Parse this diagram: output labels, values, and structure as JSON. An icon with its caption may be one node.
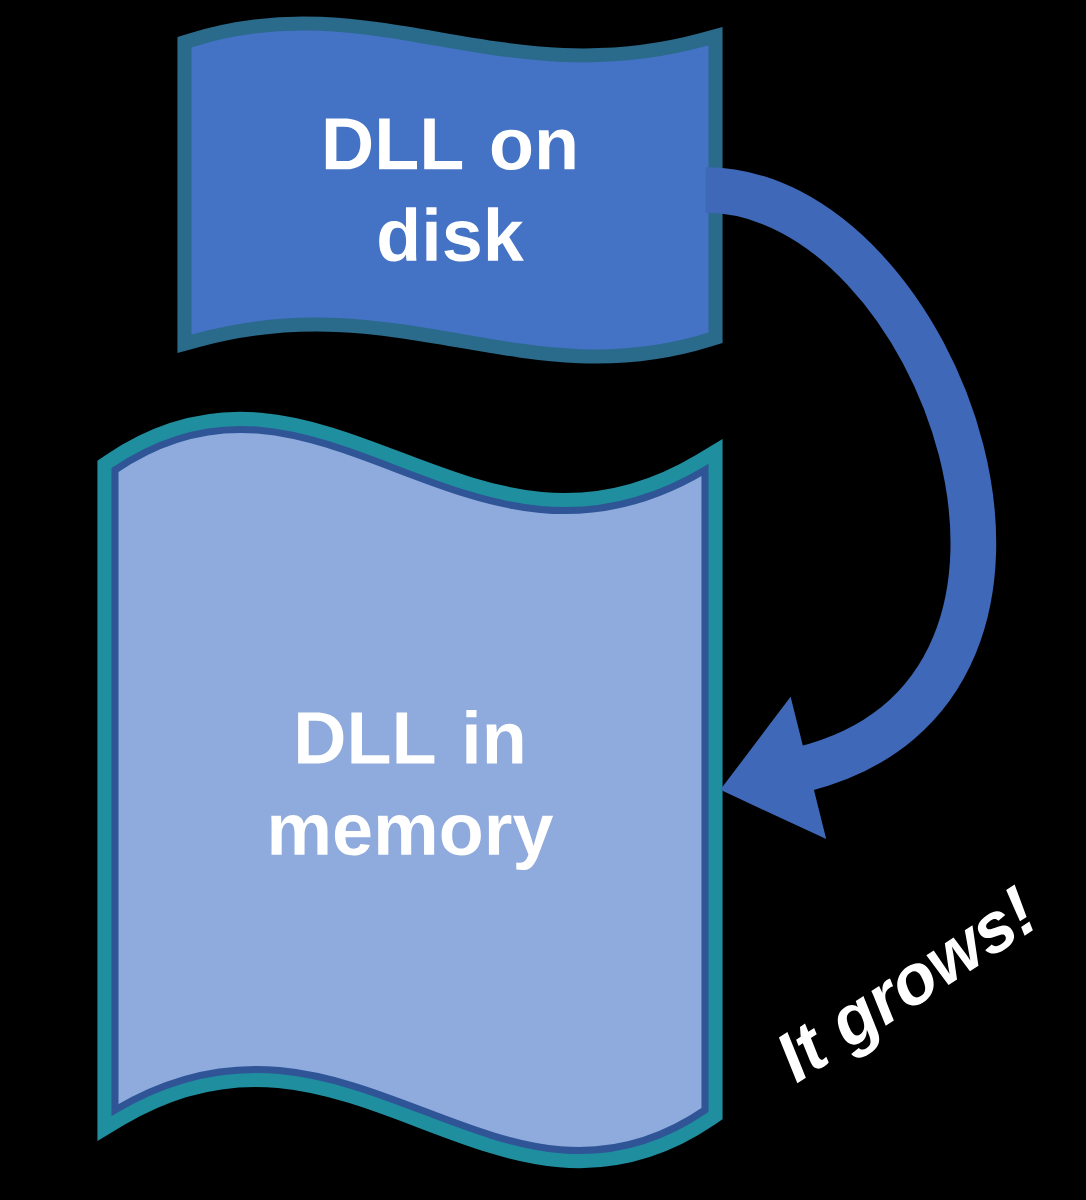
{
  "diagram": {
    "nodes": [
      {
        "text": [
          "DLL on disk"
        ]
      },
      {
        "text": [
          "DLL in memory"
        ]
      }
    ],
    "edges": [
      {
        "from": 0,
        "to": 1,
        "arrow": "to"
      }
    ],
    "labels": [
      "It grows!"
    ]
  }
}
